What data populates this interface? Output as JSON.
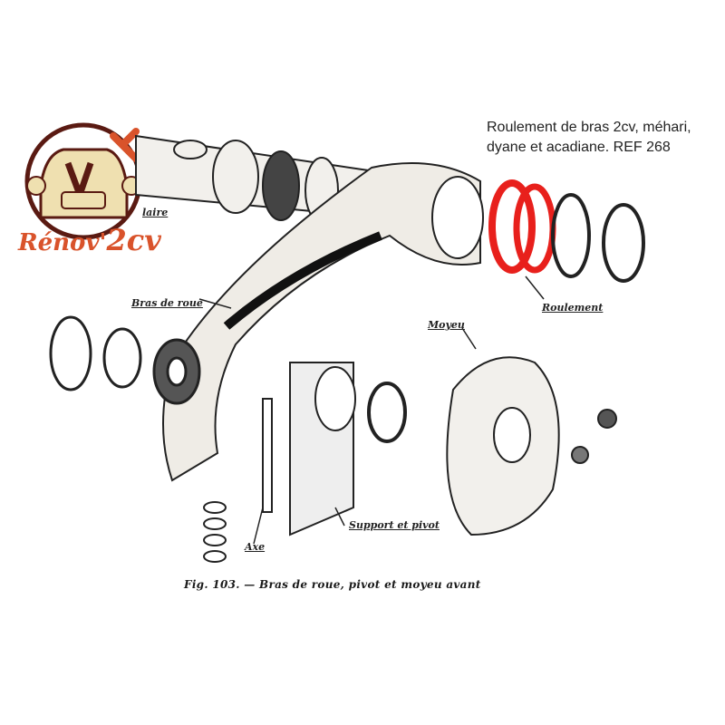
{
  "product_title": {
    "line1": "Roulement de bras 2cv, méhari,",
    "line2": "dyane et acadiane. REF 268"
  },
  "logo": {
    "text": "Rénov'2cv",
    "part1": "Rénov'",
    "part2": "2cv"
  },
  "diagram": {
    "labels": {
      "laire": "laire",
      "bras": "Bras de roue",
      "moyeu": "Moyeu",
      "roulement": "Roulement",
      "axe": "Axe",
      "support": "Support et pivot"
    },
    "caption": "Fig. 103. — Bras de roue, pivot et moyeu avant"
  },
  "colors": {
    "highlight": "#e8201c",
    "logo": "#d9532b",
    "logo_dark": "#5a1a12",
    "logo_cream": "#efe0b0"
  }
}
